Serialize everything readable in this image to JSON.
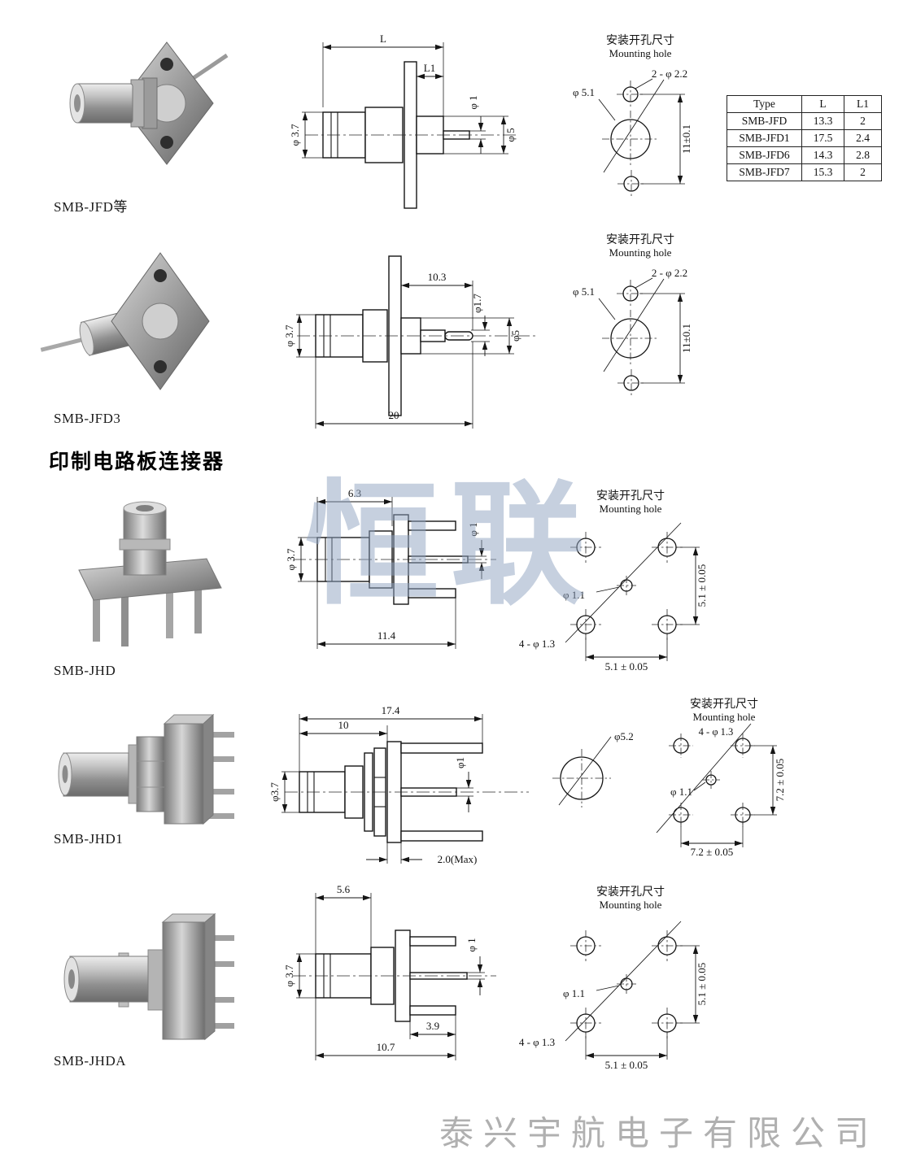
{
  "page": {
    "section_header": "印制电路板连接器",
    "footer": "泰兴宇航电子有限公司",
    "watermark": "恒联"
  },
  "common": {
    "mounting_title_cn": "安装开孔尺寸",
    "mounting_title_en": "Mounting hole"
  },
  "spec_table": {
    "headers": [
      "Type",
      "L",
      "L1"
    ],
    "rows": [
      {
        "type": "SMB-JFD",
        "l": "13.3",
        "l1": "2"
      },
      {
        "type": "SMB-JFD1",
        "l": "17.5",
        "l1": "2.4"
      },
      {
        "type": "SMB-JFD6",
        "l": "14.3",
        "l1": "2.8"
      },
      {
        "type": "SMB-JFD7",
        "l": "15.3",
        "l1": "2"
      }
    ]
  },
  "connectors": [
    {
      "label": "SMB-JFD等",
      "dims": {
        "L": "L",
        "L1": "L1",
        "d_body": "φ 3.7",
        "d_pin": "φ 1",
        "d_ins": "φ 5"
      },
      "mount": {
        "holes": "2 - φ 2.2",
        "center": "φ 5.1",
        "spacing": "11±0.1"
      }
    },
    {
      "label": "SMB-JFD3",
      "dims": {
        "len_pin": "10.3",
        "d_body": "φ 3.7",
        "d_pin": "φ1.7",
        "d_ins": "φ5",
        "len_total": "20"
      },
      "mount": {
        "holes": "2 - φ 2.2",
        "center": "φ 5.1",
        "spacing": "11±0.1"
      }
    },
    {
      "label": "SMB-JHD",
      "dims": {
        "len_barrel": "6.3",
        "d_body": "φ 3.7",
        "d_pin": "φ 1",
        "len_total": "11.4"
      },
      "mount": {
        "center": "φ 1.1",
        "holes": "4 - φ 1.3",
        "spacing_v": "5.1 ± 0.05",
        "spacing_h": "5.1 ± 0.05"
      }
    },
    {
      "label": "SMB-JHD1",
      "dims": {
        "len_total": "17.4",
        "len_body": "10",
        "d_body": "φ3.7",
        "d_pin": "φ1",
        "flange": "2.0(Max)"
      },
      "mount": {
        "panel": "φ5.2",
        "holes": "4 - φ 1.3",
        "center": "φ 1.1",
        "spacing_v": "7.2 ± 0.05",
        "spacing_h": "7.2 ± 0.05"
      }
    },
    {
      "label": "SMB-JHDA",
      "dims": {
        "len_barrel": "5.6",
        "d_body": "φ 3.7",
        "d_pin": "φ 1",
        "len_leg": "3.9",
        "len_total": "10.7"
      },
      "mount": {
        "center": "φ 1.1",
        "holes": "4 - φ 1.3",
        "spacing_v": "5.1 ± 0.05",
        "spacing_h": "5.1 ± 0.05"
      }
    }
  ]
}
